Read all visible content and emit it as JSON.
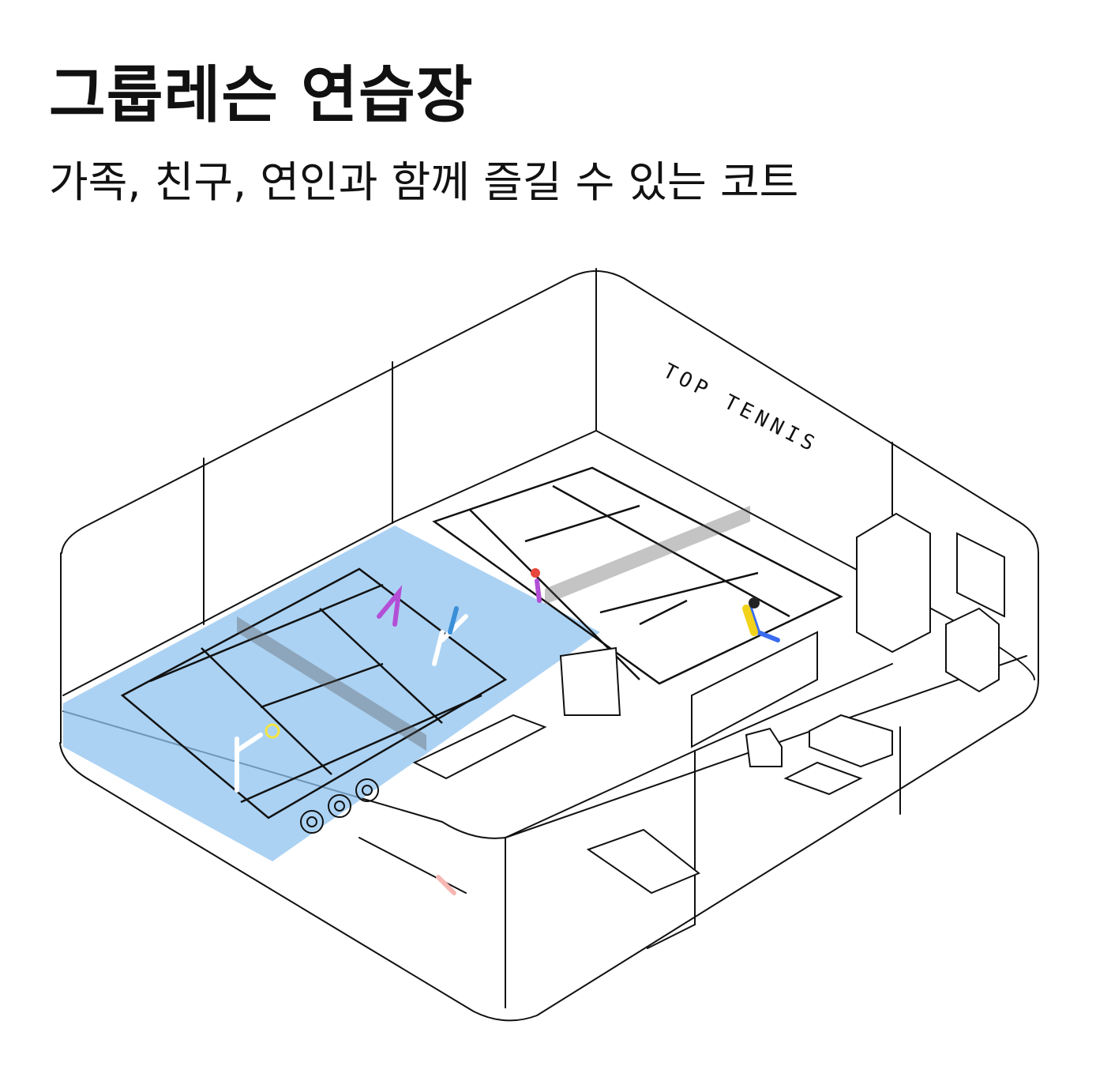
{
  "header": {
    "title": "그룹레슨 연습장",
    "subtitle": "가족, 친구, 연인과 함께 즐길 수 있는 코트"
  },
  "illustration": {
    "wall_sign": "TOP TENNIS",
    "highlight_color": "#8fc3ef",
    "line_color": "#111111"
  }
}
